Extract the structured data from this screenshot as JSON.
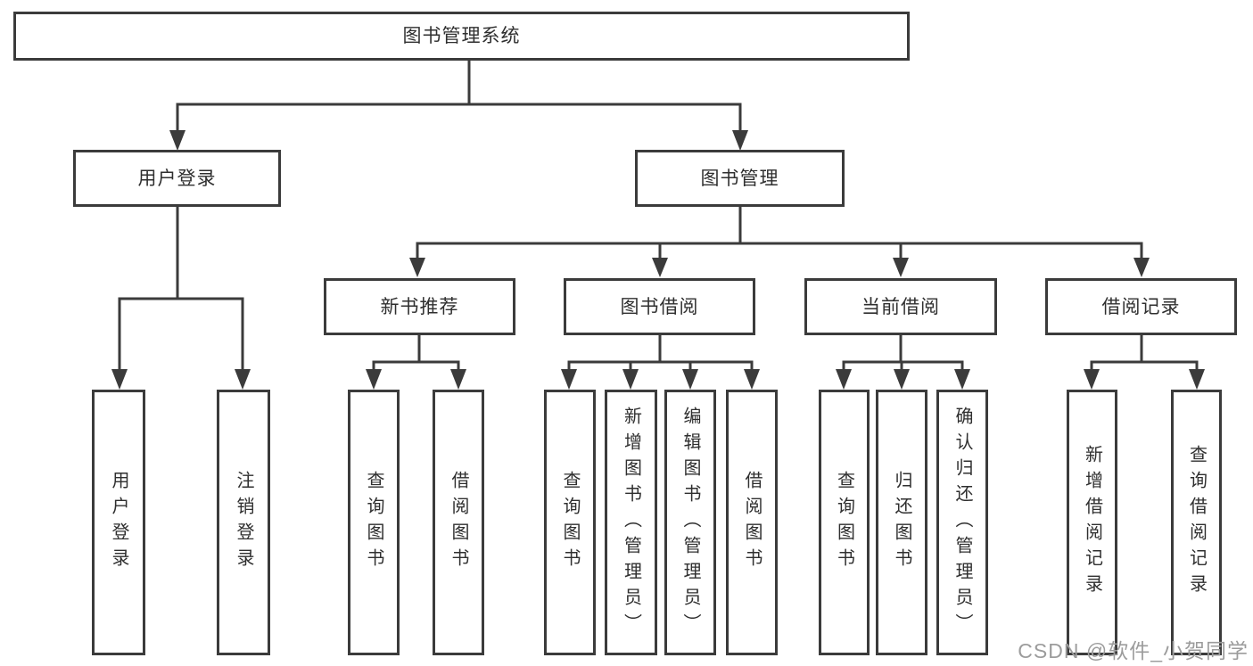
{
  "diagram": {
    "root": {
      "label": "图书管理系统"
    },
    "branches": [
      {
        "label": "用户登录",
        "children": [
          {
            "label": "用户登录"
          },
          {
            "label": "注销登录"
          }
        ]
      },
      {
        "label": "图书管理",
        "children": [
          {
            "label": "新书推荐",
            "children": [
              {
                "label": "查询图书"
              },
              {
                "label": "借阅图书"
              }
            ]
          },
          {
            "label": "图书借阅",
            "children": [
              {
                "label": "查询图书"
              },
              {
                "label": "新增图书（管理员）"
              },
              {
                "label": "编辑图书（管理员）"
              },
              {
                "label": "借阅图书"
              }
            ]
          },
          {
            "label": "当前借阅",
            "children": [
              {
                "label": "查询图书"
              },
              {
                "label": "归还图书"
              },
              {
                "label": "确认归还（管理员）"
              }
            ]
          },
          {
            "label": "借阅记录",
            "children": [
              {
                "label": "新增借阅记录"
              },
              {
                "label": "查询借阅记录"
              }
            ]
          }
        ]
      }
    ]
  },
  "watermark": {
    "text": "CSDN @软件_小贺同学"
  },
  "colors": {
    "line": "#3b3b3b",
    "box_border": "#3b3b3b",
    "box_fill": "#ffffff",
    "text": "#2f2f2f",
    "watermark": "#9c9c9c",
    "background": "#ffffff"
  }
}
